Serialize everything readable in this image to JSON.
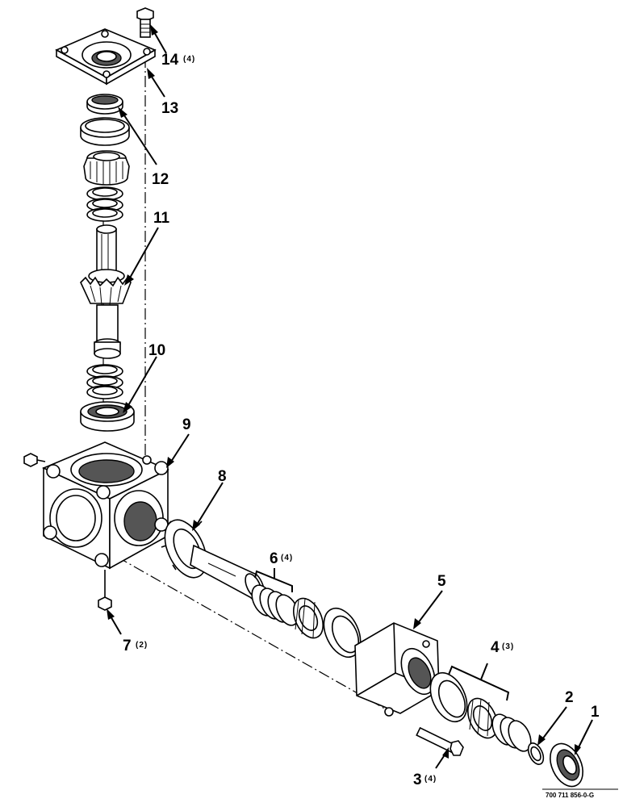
{
  "callouts": [
    {
      "id": "1",
      "number": "1",
      "qty": ""
    },
    {
      "id": "2",
      "number": "2",
      "qty": ""
    },
    {
      "id": "3",
      "number": "3",
      "qty": "(4)"
    },
    {
      "id": "4",
      "number": "4",
      "qty": "(3)"
    },
    {
      "id": "5",
      "number": "5",
      "qty": ""
    },
    {
      "id": "6",
      "number": "6",
      "qty": "(4)"
    },
    {
      "id": "7",
      "number": "7",
      "qty": "(2)"
    },
    {
      "id": "8",
      "number": "8",
      "qty": ""
    },
    {
      "id": "9",
      "number": "9",
      "qty": ""
    },
    {
      "id": "10",
      "number": "10",
      "qty": ""
    },
    {
      "id": "11",
      "number": "11",
      "qty": ""
    },
    {
      "id": "12",
      "number": "12",
      "qty": ""
    },
    {
      "id": "13",
      "number": "13",
      "qty": ""
    },
    {
      "id": "14",
      "number": "14",
      "qty": "(4)"
    }
  ],
  "reference_code": "700 711 856-0-G"
}
